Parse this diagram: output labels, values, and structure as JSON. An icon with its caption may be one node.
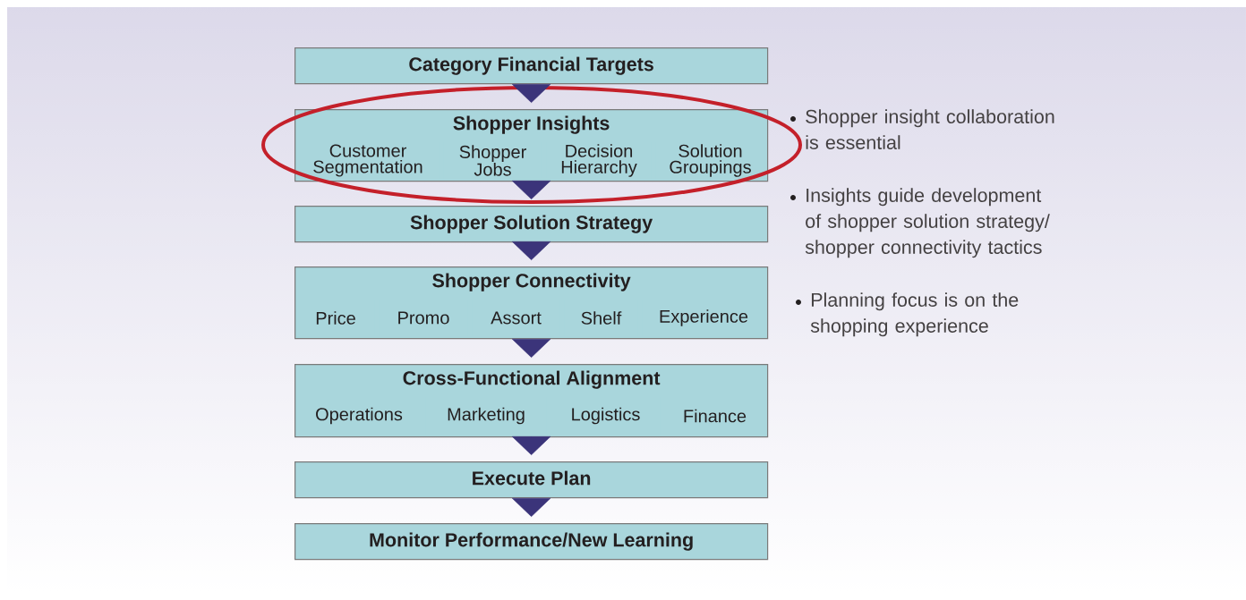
{
  "diagram": {
    "nodes": [
      {
        "text": [
          "Category Financial Targets"
        ]
      },
      {
        "text": [
          "Shopper Insights"
        ]
      },
      {
        "text": [
          "Customer Segmentation"
        ],
        "in": 1
      },
      {
        "text": [
          "Shopper Jobs"
        ],
        "in": 1
      },
      {
        "text": [
          "Decision Hierarchy"
        ],
        "in": 1
      },
      {
        "text": [
          "Solution Groupings"
        ],
        "in": 1
      },
      {
        "text": [
          "Shopper Solution Strategy"
        ]
      },
      {
        "text": [
          "Shopper Connectivity"
        ]
      },
      {
        "text": [
          "Price"
        ],
        "in": 7
      },
      {
        "text": [
          "Promo"
        ],
        "in": 7
      },
      {
        "text": [
          "Assort"
        ],
        "in": 7
      },
      {
        "text": [
          "Shelf"
        ],
        "in": 7
      },
      {
        "text": [
          "Experience"
        ],
        "in": 7
      },
      {
        "text": [
          "Cross-Functional Alignment"
        ]
      },
      {
        "text": [
          "Operations"
        ],
        "in": 13
      },
      {
        "text": [
          "Marketing"
        ],
        "in": 13
      },
      {
        "text": [
          "Logistics"
        ],
        "in": 13
      },
      {
        "text": [
          "Finance"
        ],
        "in": 13
      },
      {
        "text": [
          "Execute Plan"
        ]
      },
      {
        "text": [
          "Monitor Performance/New Learning"
        ]
      }
    ],
    "edges": [
      {
        "from": 0,
        "to": 1,
        "arrow": "to"
      },
      {
        "from": 1,
        "to": 6,
        "arrow": "to"
      },
      {
        "from": 6,
        "to": 7,
        "arrow": "to"
      },
      {
        "from": 7,
        "to": 13,
        "arrow": "to"
      },
      {
        "from": 13,
        "to": 18,
        "arrow": "to"
      },
      {
        "from": 18,
        "to": 19,
        "arrow": "to"
      }
    ],
    "labels": [
      "Shopper insight collaboration is essential",
      "Insights guide development of shopper solution strategy/ shopper connectivity tactics",
      "Planning focus is on the shopping experience"
    ]
  }
}
